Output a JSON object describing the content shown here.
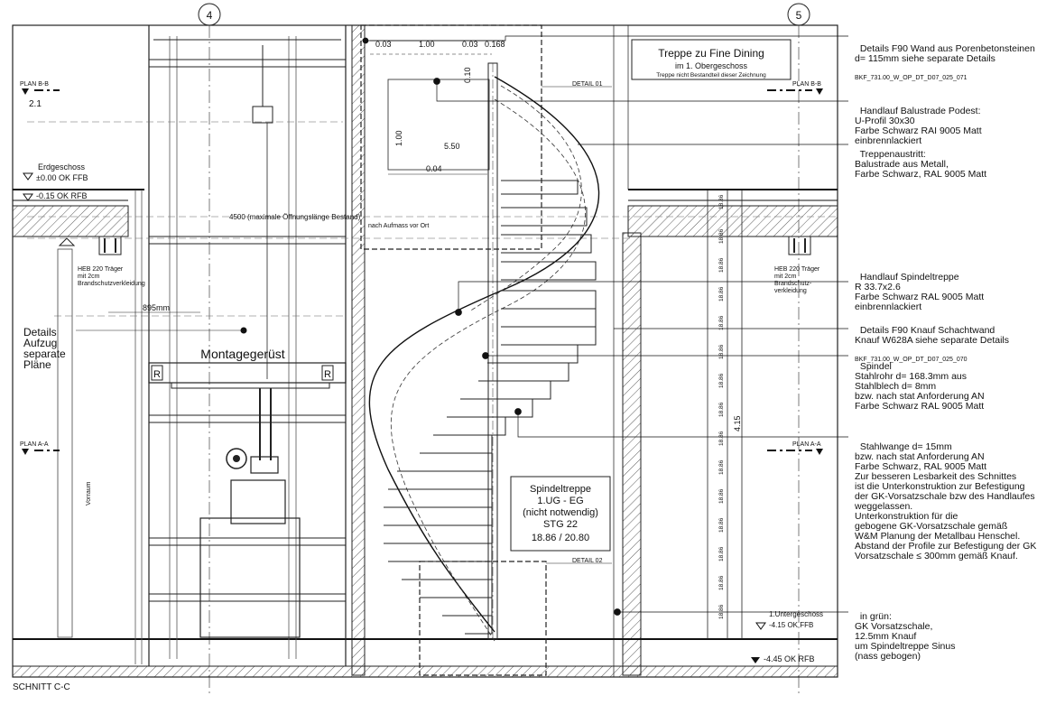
{
  "axes": {
    "left": "4",
    "right": "5"
  },
  "title_block": {
    "name": "Treppe zu Fine Dining",
    "line2": "im 1. Obergeschoss",
    "line3": "Treppe nicht Bestandteil dieser Zeichnung"
  },
  "plan_markers": {
    "b_left": "PLAN B-B",
    "b_left_num": "2.1",
    "b_right": "PLAN B-B",
    "a_left": "PLAN A-A",
    "a_right": "PLAN A-A"
  },
  "levels": {
    "eg_name": "Erdgeschoss",
    "eg_ffb": "±0.00 OK FFB",
    "eg_rfb": "-0.15 OK RFB",
    "ug_name": "1.Untergeschoss",
    "ug_ffb": "-4.15 OK FFB",
    "ug_rfb": "-4.45 OK RFB"
  },
  "dimensions": {
    "d003a": "0.03",
    "d100": "1.00",
    "d003b": "0.03",
    "d0168": "0.168",
    "d010": "0.10",
    "dv100": "1.00",
    "d550": "5.50",
    "d004": "0.04",
    "opening": "4500 (maximale Öffnungslänge Bestand)",
    "opening_note": "nach Aufmass vor Ort",
    "d895": "895mm",
    "d415": "4.15",
    "riser": "18.86"
  },
  "beam_labels": {
    "left": "HEB  220  Träger\nmit  2cm\nBrandschutzverkleidung",
    "right": "HEB  220  Träger\nmit  2cm\nBrandschutz-\nverkleidung"
  },
  "lift": {
    "details": "Details\nAufzug\nseparate\nPläne",
    "scaffold": "Montagegerüst",
    "r": "R",
    "vorraum": "Vorraum"
  },
  "stair_box": {
    "l1": "Spindeltreppe",
    "l2": "1.UG - EG",
    "l3": "(nicht notwendig)",
    "l4": "STG 22",
    "l5": "18.86 / 20.80"
  },
  "details": {
    "d1": "DETAIL 01",
    "d2": "DETAIL 02"
  },
  "section_title": "SCHNITT C-C",
  "annotations": [
    {
      "text": "Details F90 Wand aus Porenbetonsteinen\nd= 115mm siehe separate Details",
      "small": "BKF_731.00_W_OP_DT_D07_025_071"
    },
    {
      "text": "Handlauf Balustrade Podest:\nU-Profil 30x30\nFarbe Schwarz RAI 9005 Matt\neinbrennlackiert",
      "small": ""
    },
    {
      "text": "Treppenaustritt:\nBalustrade aus Metall,\nFarbe Schwarz, RAL 9005 Matt",
      "small": ""
    },
    {
      "text": "Handlauf Spindeltreppe\nR 33.7x2.6\nFarbe Schwarz RAL 9005 Matt\neinbrennlackiert",
      "small": ""
    },
    {
      "text": "Details F90 Knauf Schachtwand\nKnauf W628A siehe separate Details",
      "small": "BKF_731.00_W_OP_DT_D07_025_070"
    },
    {
      "text": "Spindel\nStahlrohr d= 168.3mm aus\nStahlblech d= 8mm\nbzw. nach stat Anforderung AN\nFarbe Schwarz RAL 9005 Matt",
      "small": ""
    },
    {
      "text": "Stahlwange d= 15mm\nbzw. nach stat Anforderung AN\nFarbe Schwarz, RAL 9005 Matt\nZur besseren Lesbarkeit des Schnittes\nist die Unterkonstruktion zur Befestigung\nder GK-Vorsatzschale bzw des Handlaufes\nweggelassen.\nUnterkonstruktion für die\ngebogene GK-Vorsatzschale gemäß\nW&M Planung der Metallbau Henschel.\nAbstand der Profile zur Befestigung der GK\nVorsatzschale ≤ 300mm gemäß Knauf.",
      "small": ""
    },
    {
      "text": "in grün:\nGK Vorsatzschale,\n12.5mm Knauf\num Spindeltreppe Sinus\n(nass gebogen)",
      "small": ""
    }
  ]
}
